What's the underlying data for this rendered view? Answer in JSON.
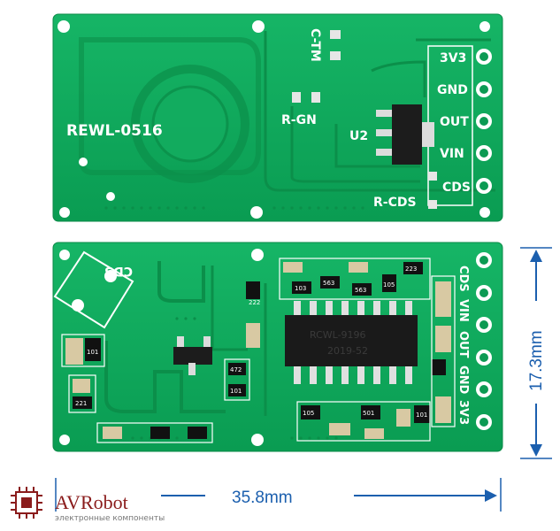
{
  "top_board": {
    "model_label": "REWL-0516",
    "cap_label": "C-TM",
    "resistor_label": "R-GN",
    "chip_label": "U2",
    "cds_label": "R-CDS",
    "pins": [
      "3V3",
      "GND",
      "OUT",
      "VIN",
      "CDS"
    ]
  },
  "bottom_board": {
    "cds_label": "CDS",
    "pins": [
      "CDS",
      "VIN",
      "OUT",
      "GND",
      "3V3"
    ],
    "chip_marking": [
      "RCWL-9196",
      "2019-52"
    ],
    "component_codes": [
      "222",
      "101",
      "221",
      "472",
      "101",
      "563",
      "563",
      "103",
      "223",
      "105",
      "105",
      "101",
      "501"
    ]
  },
  "dimensions": {
    "width": "35.8mm",
    "height": "17.3mm"
  },
  "brand": {
    "name": "AVRobot",
    "tagline": "электронные компоненты"
  },
  "colors": {
    "pcb": "#0fa75c",
    "trace": "#0c9a53",
    "silk": "#ffffff",
    "dimension": "#1b5fae"
  }
}
